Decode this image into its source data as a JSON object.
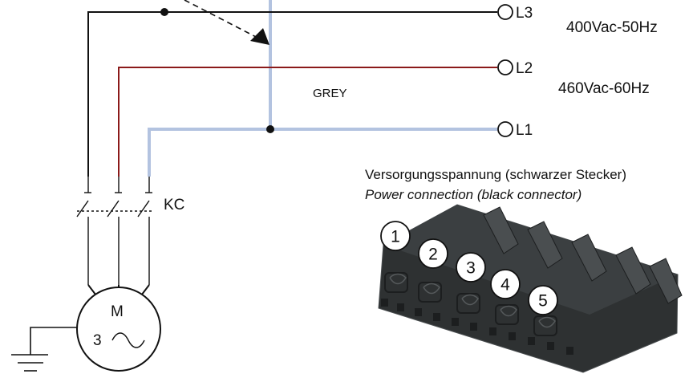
{
  "terminals": {
    "l3": "L3",
    "l2": "L2",
    "l1": "L1"
  },
  "voltage_ratings": {
    "primary": "400Vac-50Hz",
    "secondary": "460Vac-60Hz"
  },
  "wire_color_label": "GREY",
  "contactor_label": "KC",
  "motor": {
    "letter": "M",
    "phases": "3",
    "ac_symbol": "~"
  },
  "connector": {
    "caption_de": "Versorgungsspannung (schwarzer Stecker)",
    "caption_en": "Power connection (black connector)",
    "pins": [
      "1",
      "2",
      "3",
      "4",
      "5"
    ]
  },
  "colors": {
    "wire_l3": "#111111",
    "wire_l2": "#8b1a1a",
    "wire_l1": "#b3c3e0",
    "connector_body": "#2e3132",
    "connector_light": "#4a4e50"
  }
}
